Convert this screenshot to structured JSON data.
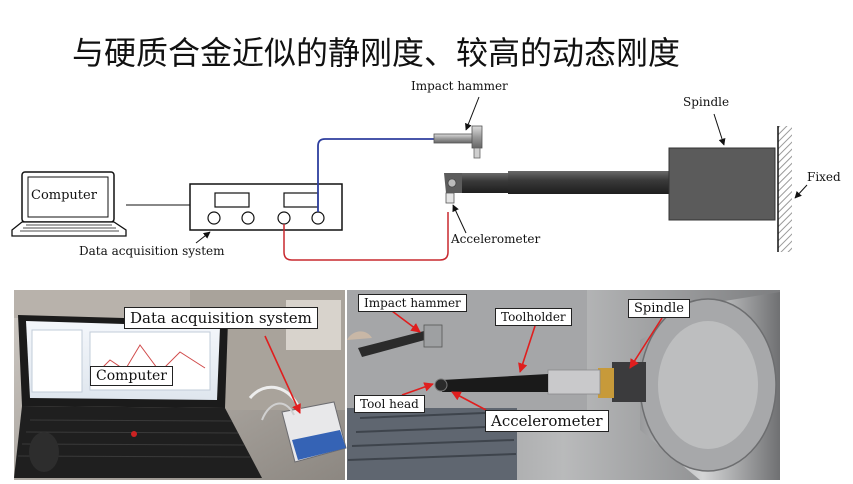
{
  "title": "与硬质合金近似的静刚度、较高的动态刚度",
  "schematic": {
    "computer": "Computer",
    "daq": "Data acquisition system",
    "impact_hammer": "Impact hammer",
    "spindle": "Spindle",
    "fixed": "Fixed",
    "accelerometer": "Accelerometer"
  },
  "photo": {
    "daq": "Data acquisition system",
    "computer": "Computer",
    "impact_hammer": "Impact hammer",
    "toolholder": "Toolholder",
    "spindle": "Spindle",
    "tool_head": "Tool head",
    "accelerometer": "Accelerometer"
  },
  "colors": {
    "signal_blue": "#2e3f9e",
    "signal_red": "#c8282f",
    "annotation_red": "#e01e1e"
  }
}
